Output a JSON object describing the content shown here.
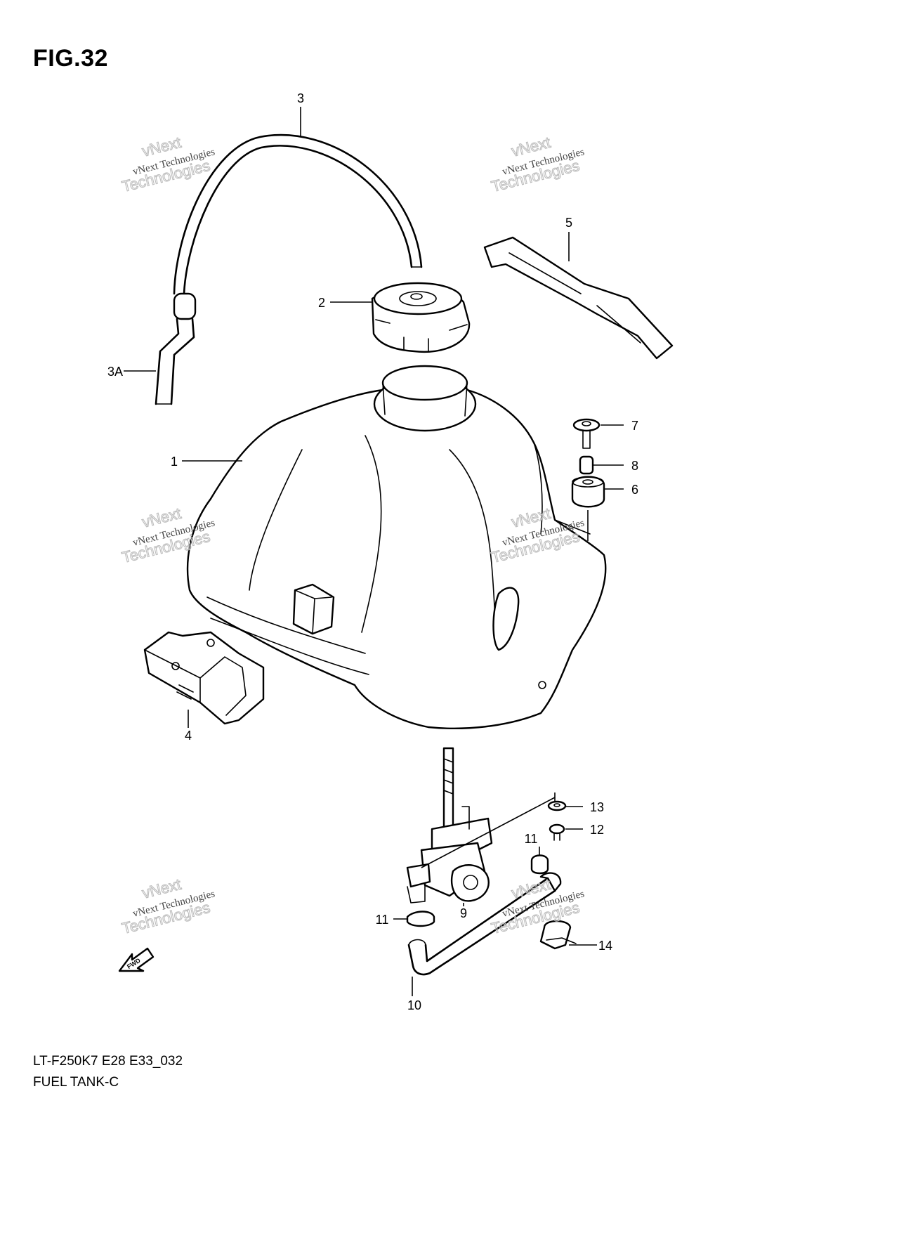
{
  "figure": {
    "title": "FIG.32",
    "model_code": "LT-F250K7 E28 E33_032",
    "section_name": "FUEL TANK-C"
  },
  "callouts": {
    "c1": "1",
    "c2": "2",
    "c3": "3",
    "c3a": "3A",
    "c4": "4",
    "c5": "5",
    "c6": "6",
    "c7": "7",
    "c8": "8",
    "c9": "9",
    "c10": "10",
    "c11a": "11",
    "c11b": "11",
    "c12": "12",
    "c13": "13",
    "c14": "14"
  },
  "fwd_arrow_label": "FWD",
  "watermark": {
    "line1": "vNext Technologies",
    "line2": "Technologies",
    "line3": "vNext"
  }
}
